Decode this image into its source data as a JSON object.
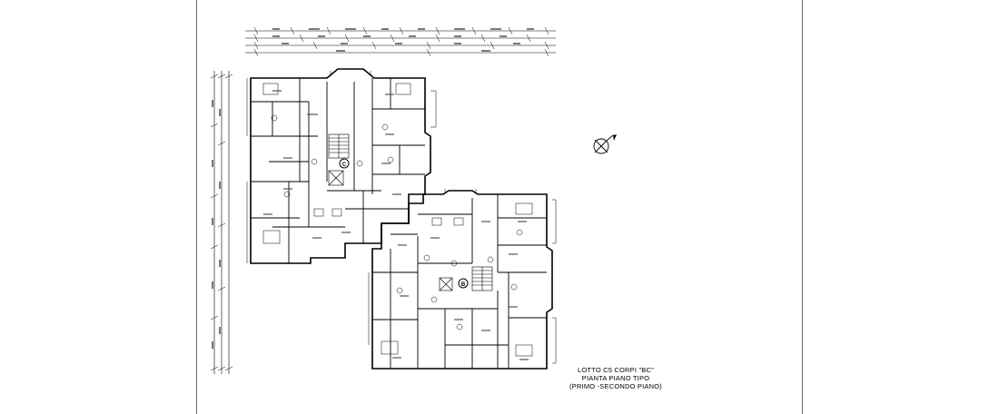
{
  "drawing": {
    "caption": {
      "line1": "LOTTO C5  CORPI \"BC\"",
      "line2": "PIANTA PIANO TIPO",
      "line3": "(PRIMO -SECONDO PIANO)"
    },
    "block_labels": {
      "upper_block": "C",
      "lower_block": "B"
    },
    "north_symbol": "north-arrow-icon",
    "line_color": "#000000",
    "background": "#ffffff"
  }
}
